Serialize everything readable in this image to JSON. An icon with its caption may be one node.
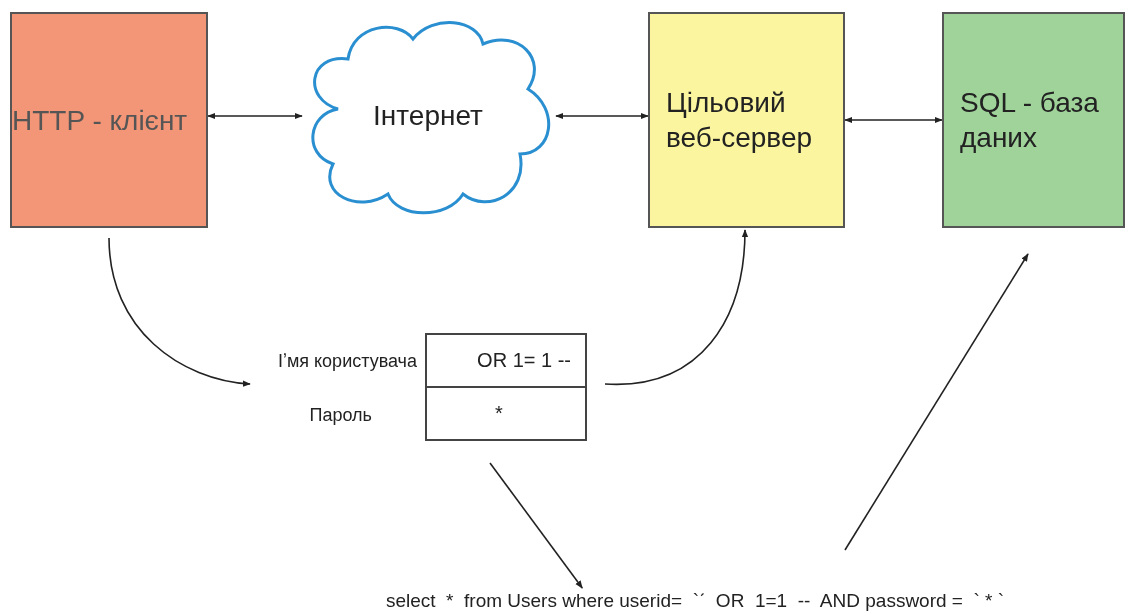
{
  "diagram": {
    "nodes": [
      {
        "text": [
          "HTTP - клієнт"
        ]
      },
      {
        "text": [
          "Інтернет"
        ]
      },
      {
        "text": [
          "Цільовий веб-сервер"
        ]
      },
      {
        "text": [
          "SQL - база даних"
        ]
      },
      {
        "text": [
          "OR 1= 1 --",
          "*"
        ],
        "beside": [
          "Іʼмя користувача",
          "Пароль"
        ]
      },
      {
        "text": [
          "select  *  from Users where userid=  `ˊ  OR  1=1  --  AND password =  ` * `"
        ]
      }
    ],
    "edges": [
      {
        "from": 0,
        "to": 1,
        "arrow": "both"
      },
      {
        "from": 1,
        "to": 2,
        "arrow": "both"
      },
      {
        "from": 2,
        "to": 3,
        "arrow": "both"
      },
      {
        "from": 0,
        "to": 4,
        "arrow": "to"
      },
      {
        "from": 4,
        "to": 2,
        "arrow": "to"
      },
      {
        "from": 4,
        "to": 5,
        "arrow": "to"
      },
      {
        "from": 5,
        "to": 3,
        "arrow": "to"
      }
    ]
  }
}
